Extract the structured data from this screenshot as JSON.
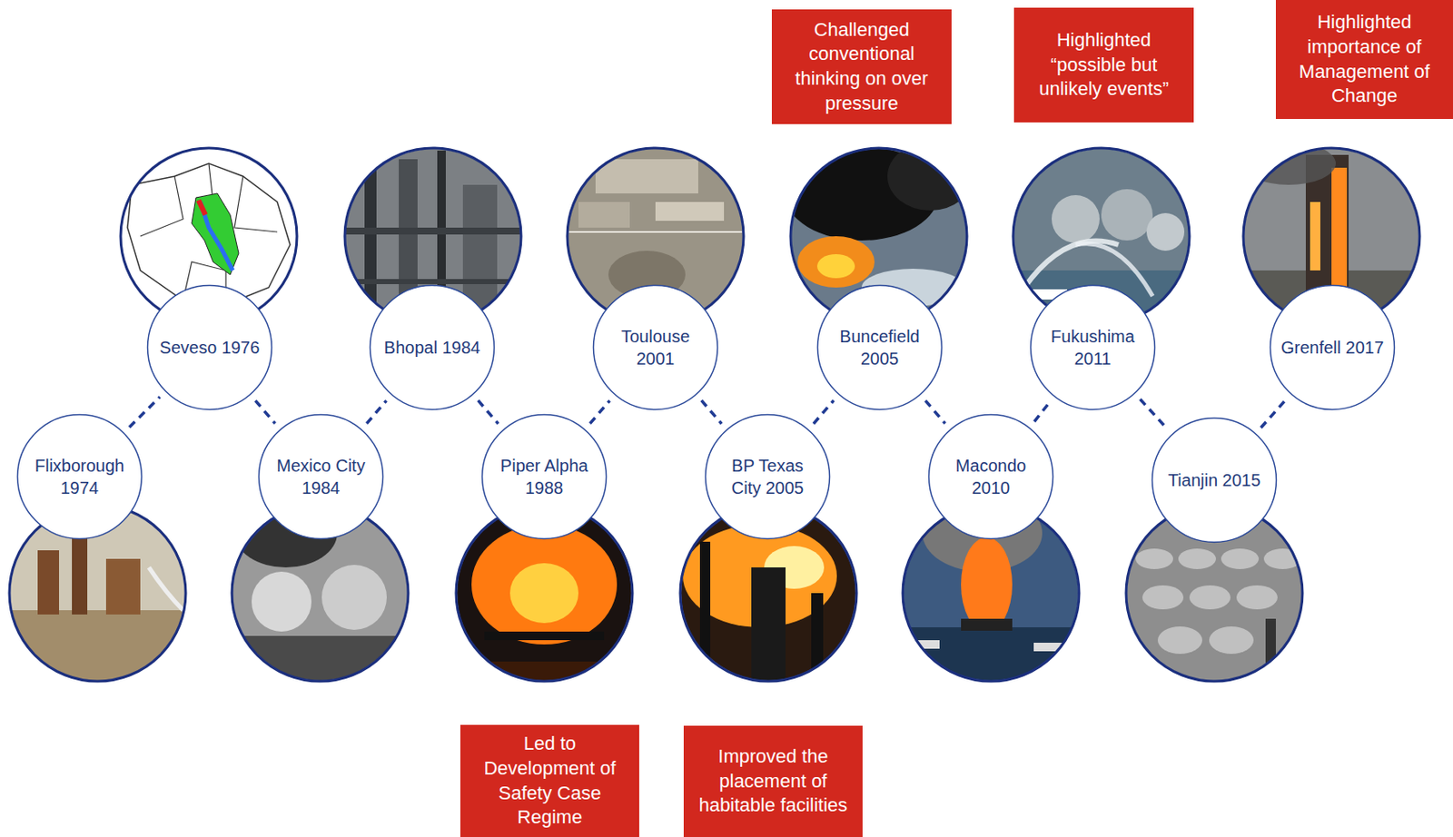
{
  "diagram": {
    "nodes": [
      {
        "text": [
          "Flixborough 1974"
        ]
      },
      {
        "text": [
          "Seveso 1976"
        ]
      },
      {
        "text": [
          "Mexico City 1984"
        ]
      },
      {
        "text": [
          "Bhopal 1984"
        ]
      },
      {
        "text": [
          "Piper Alpha 1988"
        ]
      },
      {
        "text": [
          "Toulouse 2001"
        ]
      },
      {
        "text": [
          "BP Texas City 2005"
        ]
      },
      {
        "text": [
          "Buncefield 2005"
        ]
      },
      {
        "text": [
          "Macondo 2010"
        ]
      },
      {
        "text": [
          "Fukushima 2011"
        ]
      },
      {
        "text": [
          "Tianjin 2015"
        ]
      },
      {
        "text": [
          "Grenfell 2017"
        ]
      },
      {
        "text": [
          "Led to Development of Safety Case Regime"
        ]
      },
      {
        "text": [
          "Improved the placement of habitable facilities"
        ]
      },
      {
        "text": [
          "Challenged conventional thinking on over pressure"
        ]
      },
      {
        "text": [
          "Highlighted “possible but unlikely events”"
        ]
      },
      {
        "text": [
          "Highlighted importance of Management of Change"
        ]
      }
    ],
    "edges": [
      {
        "from": 0,
        "to": 1,
        "arrow": "none"
      },
      {
        "from": 1,
        "to": 2,
        "arrow": "none"
      },
      {
        "from": 2,
        "to": 3,
        "arrow": "none"
      },
      {
        "from": 3,
        "to": 4,
        "arrow": "none"
      },
      {
        "from": 4,
        "to": 5,
        "arrow": "none"
      },
      {
        "from": 5,
        "to": 6,
        "arrow": "none"
      },
      {
        "from": 6,
        "to": 7,
        "arrow": "none"
      },
      {
        "from": 7,
        "to": 8,
        "arrow": "none"
      },
      {
        "from": 8,
        "to": 9,
        "arrow": "none"
      },
      {
        "from": 9,
        "to": 10,
        "arrow": "none"
      },
      {
        "from": 10,
        "to": 11,
        "arrow": "none"
      }
    ]
  }
}
